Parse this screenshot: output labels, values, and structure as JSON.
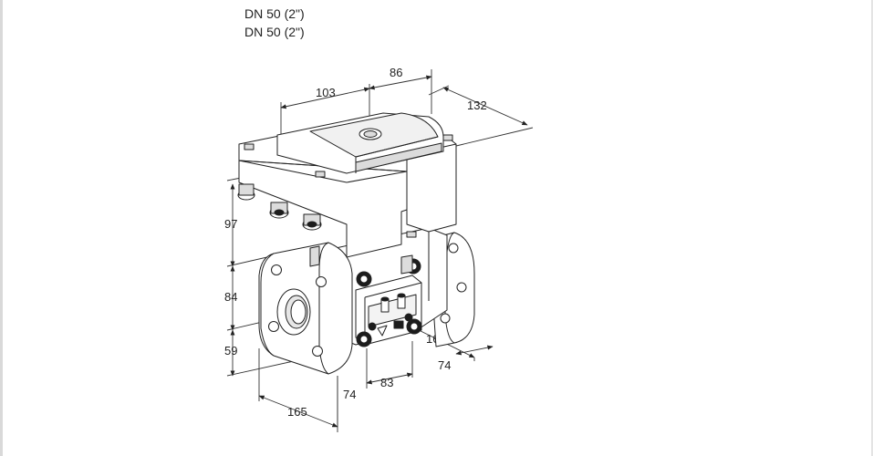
{
  "header": {
    "line1": "DN 50 (2\")",
    "line2": "DN 50 (2\")"
  },
  "dimensions": {
    "top_103": "103",
    "top_86": "86",
    "depth_132": "132",
    "height_97": "97",
    "height_84": "84",
    "height_59": "59",
    "width_165_right": "165",
    "width_74_right": "74",
    "width_83": "83",
    "width_74_bottom": "74",
    "width_165_bottom": "165"
  },
  "colors": {
    "line": "#222222",
    "dim_line": "#333333",
    "body_fill": "#ffffff",
    "shade": "#dcdcdc",
    "dark": "#1c1c1c"
  }
}
